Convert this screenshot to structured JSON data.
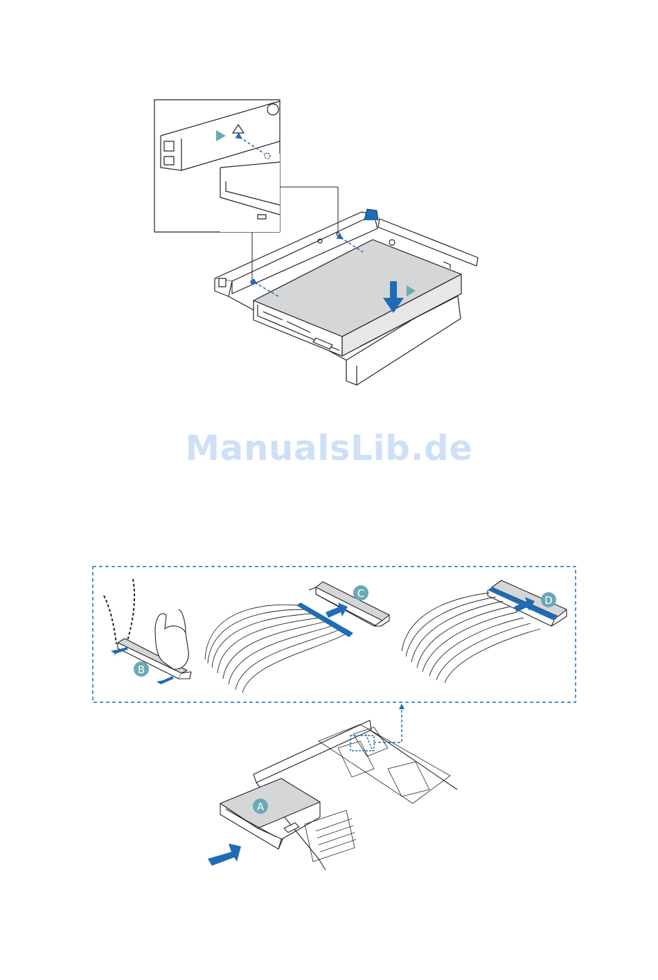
{
  "watermark": "ManualsLib.de",
  "callouts": {
    "a": "A",
    "b": "B",
    "c": "C",
    "d": "D"
  },
  "colors": {
    "arrow_blue": "#1f6cb5",
    "callout_teal": "#6aa9b5",
    "drive_gray": "#d4d6d8",
    "line": "#231f20",
    "watermark": "#cfe0f6"
  },
  "icons": [
    "arrow-icon",
    "triangle-marker-icon",
    "hand-icon",
    "ribbon-cable-icon",
    "connector-icon"
  ]
}
